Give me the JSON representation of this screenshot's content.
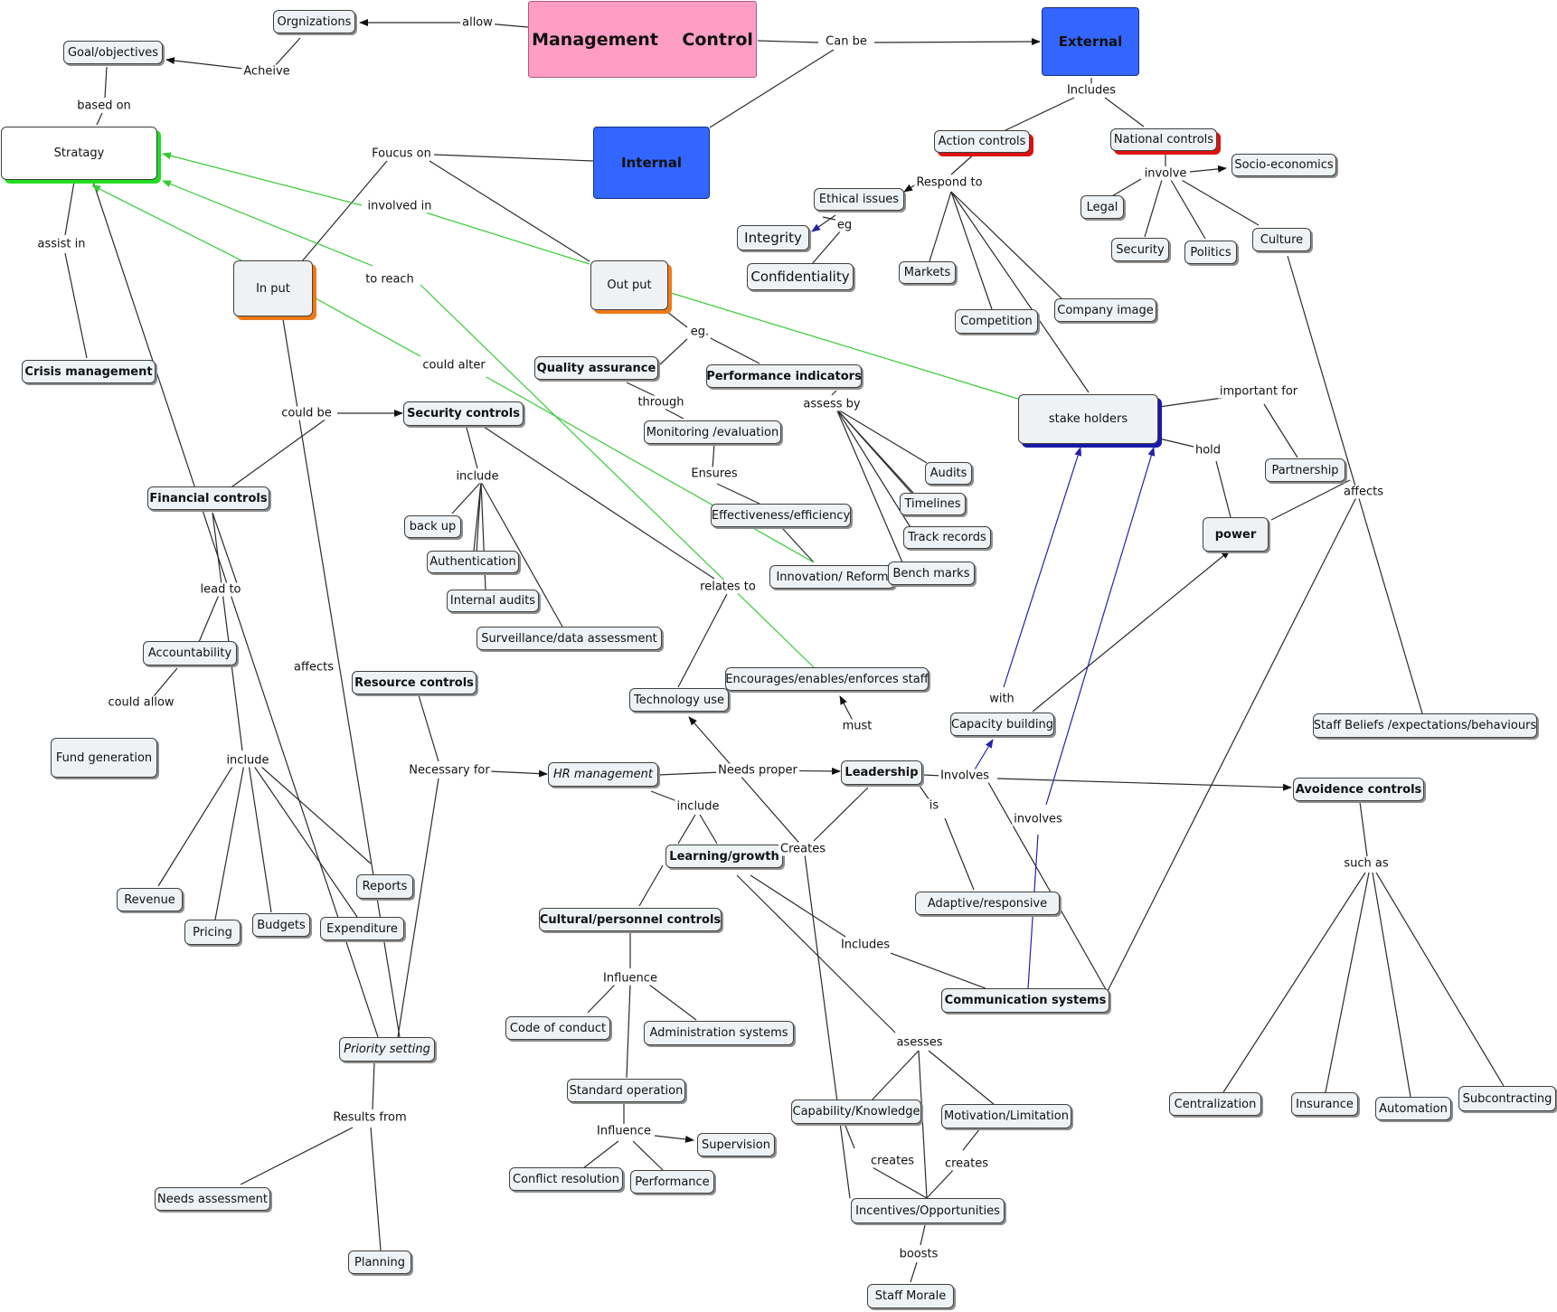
{
  "colors": {
    "line": "#2b2b2b",
    "green": "#33cc33",
    "navy": "#2222aa",
    "pink": "#ff9ec4",
    "blue": "#3366ff"
  },
  "nodes": {
    "management": "Management    Control",
    "external": "External",
    "internal": "Internal",
    "orgs": "Orgnizations",
    "goal": "Goal/objectives",
    "strategy": "Stratagy",
    "crisis": "Crisis management",
    "input": "In put",
    "output": "Out put",
    "action": "Action controls",
    "national": "National controls",
    "socio": "Socio-economics",
    "legal": "Legal",
    "security": "Security",
    "politics": "Politics",
    "culture": "Culture",
    "ethical": "Ethical issues",
    "integrity": "Integrity",
    "confidentiality": "Confidentiality",
    "markets": "Markets",
    "competition": "Competition",
    "image": "Company image",
    "qa": "Quality assurance",
    "pi": "Performance indicators",
    "stake": "stake holders",
    "partnership": "Partnership",
    "power": "power",
    "monitor": "Monitoring /evaluation",
    "effect": "Effectiveness/efficiency",
    "innov": "Innovation/ Reform",
    "audits": "Audits",
    "timelines": "Timelines",
    "track": "Track records",
    "bench": "Bench marks",
    "secctl": "Security controls",
    "backup": "back up",
    "auth": "Authentication",
    "intaud": "Internal audits",
    "surv": "Surveillance/data assessment",
    "fin": "Financial controls",
    "acct": "Accountability",
    "fund": "Fund generation",
    "revenue": "Revenue",
    "pricing": "Pricing",
    "budgets": "Budgets",
    "reports": "Reports",
    "expend": "Expenditure",
    "resctl": "Resource controls",
    "hr": "HR management",
    "leader": "Leadership",
    "enc": "Encourages/enables/enforces staff",
    "tech": "Technology use",
    "cap": "Capacity building",
    "staffb": "Staff Beliefs /expectations/behaviours",
    "avoid": "Avoidence controls",
    "learn": "Learning/growth",
    "cult": "Cultural/personnel controls",
    "adapt": "Adaptive/responsive",
    "comm": "Communication systems",
    "code": "Code of conduct",
    "admin": "Administration systems",
    "stdop": "Standard operation",
    "superv": "Supervision",
    "conflict": "Conflict resolution",
    "perf": "Performance",
    "capk": "Capability/Knowledge",
    "motiv": "Motivation/Limitation",
    "incent": "Incentives/Opportunities",
    "morale": "Staff Morale",
    "prio": "Priority setting",
    "needs": "Needs assessment",
    "planning": "Planning",
    "central": "Centralization",
    "insur": "Insurance",
    "autom": "Automation",
    "subcon": "Subcontracting"
  },
  "links": {
    "allow": "allow",
    "achieve": "Acheive",
    "based_on": "based on",
    "can_be": "Can be",
    "includes_ext": "Includes",
    "focus_on": "Foucus on",
    "involved_in": "involved in",
    "to_reach": "to reach",
    "assist_in": "assist in",
    "respond_to": "Respond to",
    "involve": "involve",
    "eg": "eg",
    "eg_dot": "eg.",
    "important_for": "important for",
    "hold": "hold",
    "affects_right": "affects",
    "could_alter": "could alter",
    "through": "through",
    "assess_by": "assess by",
    "ensures": "Ensures",
    "could_be": "could be",
    "include_sec": "include",
    "relates_to": "relates to",
    "lead_to": "lead to",
    "could_allow": "could allow",
    "affects_left": "affects",
    "include_fin": "include",
    "with": "with",
    "must": "must",
    "necessary_for": "Necessary for",
    "needs_proper": "Needs proper",
    "involves_lead": "Involves",
    "include_hr": "include",
    "creates_lead": "Creates",
    "is": "is",
    "involves_comm": "involves",
    "such_as": "such as",
    "includes_learn": "Includes",
    "influence1": "Influence",
    "influence2": "Influence",
    "asesses": "asesses",
    "creates1": "creates",
    "creates2": "creates",
    "boosts": "boosts",
    "results_from": "Results from"
  }
}
